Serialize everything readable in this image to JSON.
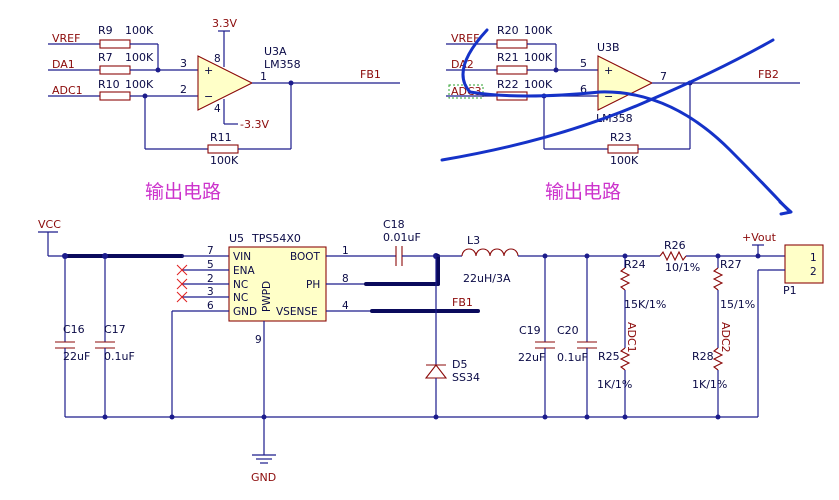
{
  "nets": {
    "vref": "VREF",
    "da1": "DA1",
    "adc1": "ADC1",
    "fb1": "FB1",
    "da2": "DA2",
    "adc3": "ADC3",
    "fb2": "FB2",
    "vcc": "VCC",
    "gnd": "GND",
    "vout": "+Vout",
    "adc1_vertical": "ADC1",
    "adc2_vertical": "ADC2"
  },
  "supplies": {
    "pos": "3.3V",
    "neg": "-3.3V"
  },
  "opamp_a": {
    "ref": "U3A",
    "part": "LM358",
    "pin_plus": "3",
    "pin_minus": "2",
    "pin_out": "1",
    "pin_vp": "8",
    "pin_vn": "4"
  },
  "opamp_b": {
    "ref": "U3B",
    "part": "LM358",
    "pin_plus": "5",
    "pin_minus": "6",
    "pin_out": "7"
  },
  "resistors": {
    "r9": {
      "ref": "R9",
      "val": "100K"
    },
    "r7": {
      "ref": "R7",
      "val": "100K"
    },
    "r10": {
      "ref": "R10",
      "val": "100K"
    },
    "r11": {
      "ref": "R11",
      "val": "100K"
    },
    "r20": {
      "ref": "R20",
      "val": "100K"
    },
    "r21": {
      "ref": "R21",
      "val": "100K"
    },
    "r22": {
      "ref": "R22",
      "val": "100K"
    },
    "r23": {
      "ref": "R23",
      "val": "100K"
    },
    "r24": {
      "ref": "R24",
      "val": "15K/1%"
    },
    "r25": {
      "ref": "R25",
      "val": "1K/1%"
    },
    "r26": {
      "ref": "R26",
      "val": "10/1%"
    },
    "r27": {
      "ref": "R27",
      "val": "15/1%"
    },
    "r28": {
      "ref": "R28",
      "val": "1K/1%"
    }
  },
  "captions": {
    "left": "输出电路",
    "right": "输出电路"
  },
  "u5": {
    "ref": "U5",
    "part": "TPS54X0",
    "pins": {
      "vin": "VIN",
      "ena": "ENA",
      "nc1": "NC",
      "nc2": "NC",
      "gnd": "GND",
      "pwpd": "PWPD",
      "boot": "BOOT",
      "ph": "PH",
      "vsense": "VSENSE"
    },
    "pin_nums": {
      "vin": "7",
      "ena": "5",
      "nc1": "2",
      "nc2": "3",
      "gnd": "6",
      "pwpd": "9",
      "boot": "1",
      "ph": "8",
      "vsense": "4"
    }
  },
  "capacitors": {
    "c16": {
      "ref": "C16",
      "val": "22uF"
    },
    "c17": {
      "ref": "C17",
      "val": "0.1uF"
    },
    "c18": {
      "ref": "C18",
      "val": "0.01uF"
    },
    "c19": {
      "ref": "C19",
      "val": "22uF"
    },
    "c20": {
      "ref": "C20",
      "val": "0.1uF"
    }
  },
  "inductor": {
    "ref": "L3",
    "val": "22uH/3A"
  },
  "diode": {
    "ref": "D5",
    "val": "SS34"
  },
  "connector": {
    "ref": "P1",
    "pin1": "1",
    "pin2": "2"
  }
}
